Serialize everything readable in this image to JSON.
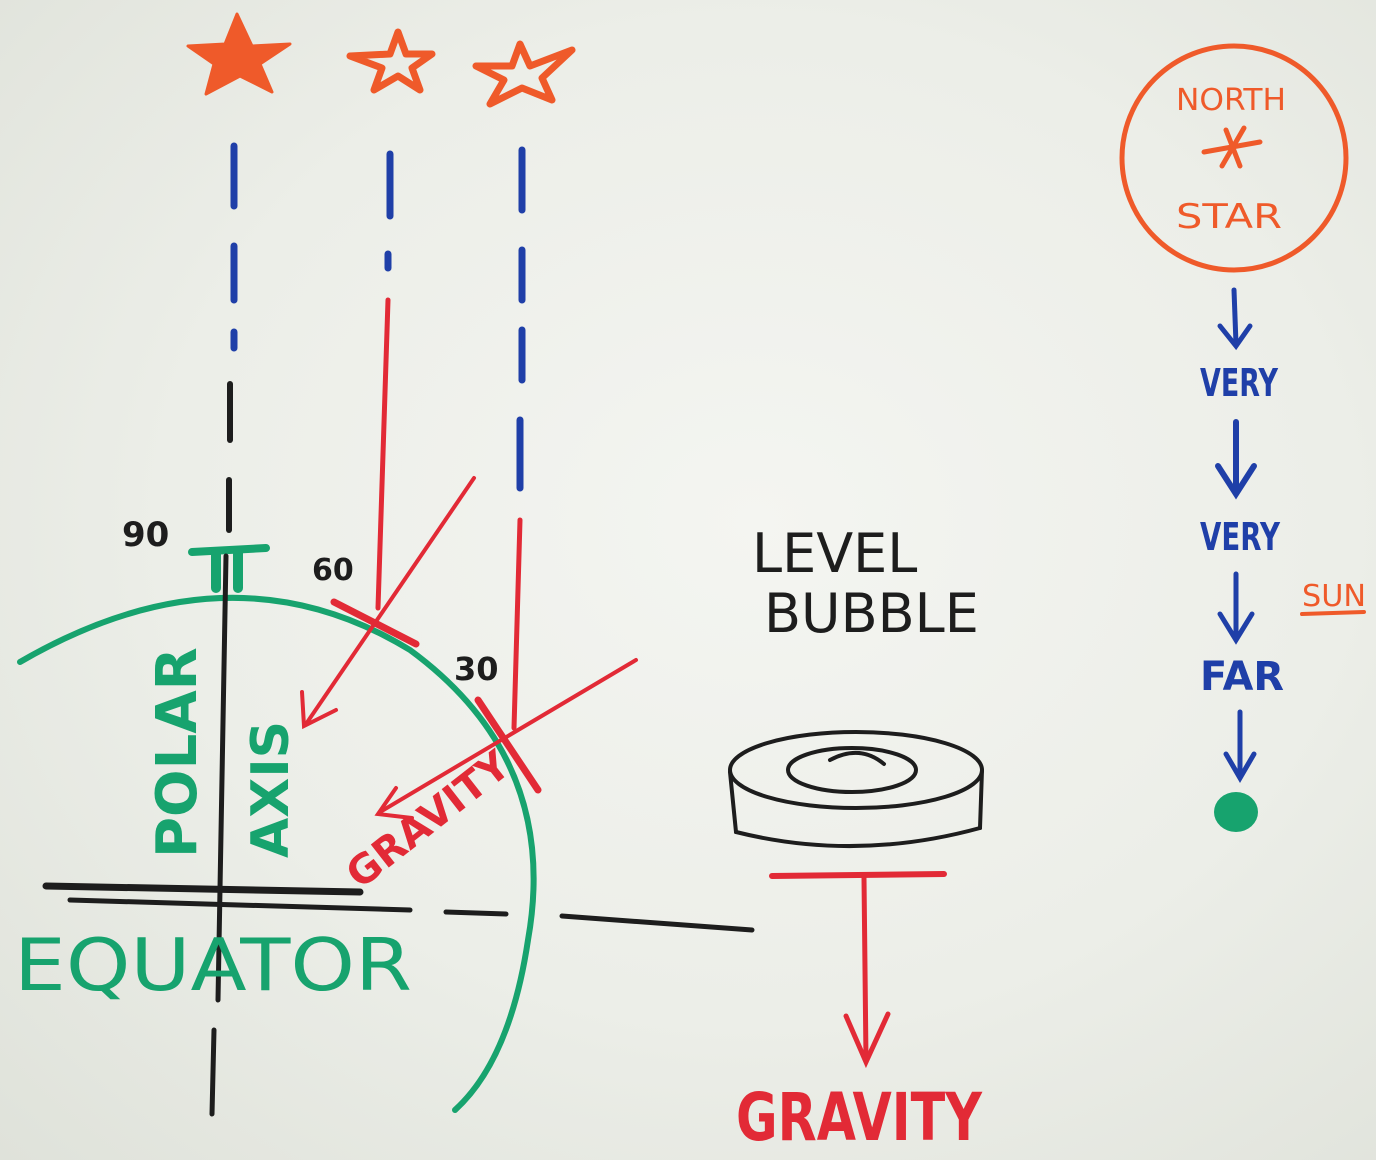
{
  "colors": {
    "whiteboard": "#eceee8",
    "green": "#17a36e",
    "black": "#1d1d1d",
    "red": "#e22a36",
    "orange": "#ef5a2a",
    "blue": "#1f3fa8"
  },
  "left": {
    "angle_labels": {
      "a90": "90",
      "a60": "60",
      "a30": "30"
    },
    "polar": "POLAR",
    "axis": "AXIS",
    "equator": "EQUATOR",
    "gravity_tilted": "GRAVITY"
  },
  "level": {
    "line1": "LEVEL",
    "line2": "BUBBLE",
    "gravity": "GRAVITY"
  },
  "north_star": {
    "north": "NORTH",
    "star": "STAR",
    "very1": "VERY",
    "very2": "VERY",
    "far": "FAR",
    "sun": "SUN"
  }
}
